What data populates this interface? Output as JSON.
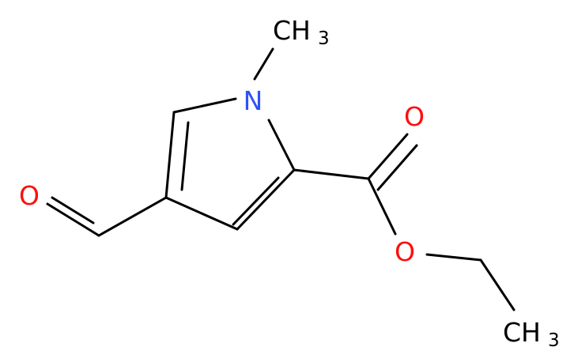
{
  "colors": {
    "bond": "#000000",
    "carbon": "#000000",
    "nitrogen": "#3050F8",
    "oxygen": "#FF0D0D"
  },
  "atoms": {
    "n1": {
      "symbol": "N"
    },
    "o_aldehyde": {
      "symbol": "O"
    },
    "o_carbonyl": {
      "symbol": "O"
    },
    "o_ester": {
      "symbol": "O"
    },
    "ch3_n": {
      "symbol": "CH",
      "subscript": "3"
    },
    "ch3_ethyl": {
      "symbol": "CH",
      "subscript": "3"
    }
  }
}
